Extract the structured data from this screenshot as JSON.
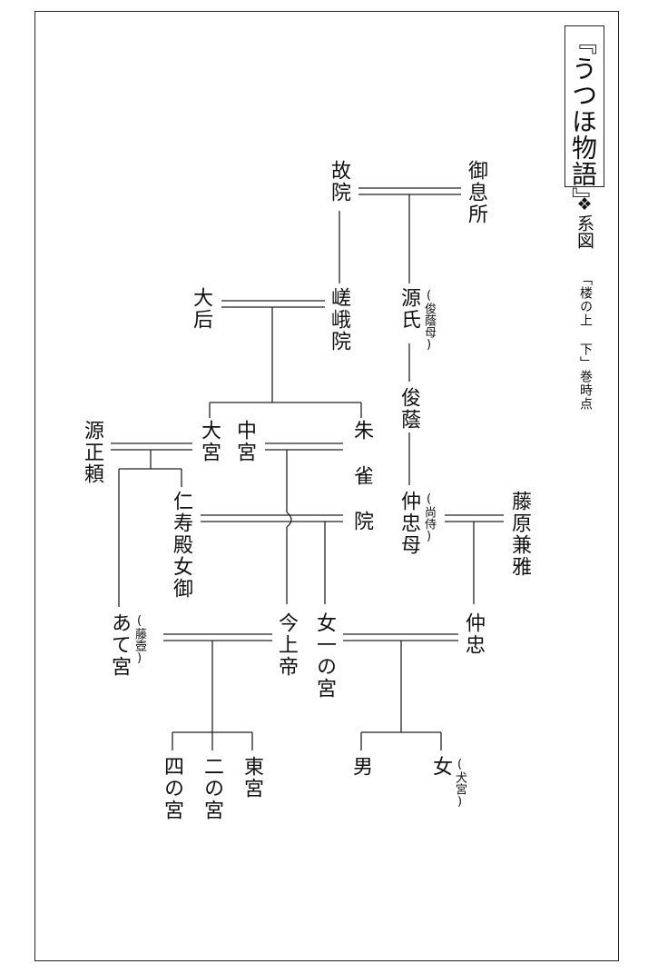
{
  "title": "『うつほ物語』",
  "subtitle": "❖系図",
  "note": "「楼の上 下」巻時点",
  "people": {
    "koin": "故院",
    "miyasundokoro": "御息所",
    "taiko": "大后",
    "saga_in": "嵯峨院",
    "minamoto_shi": "源氏",
    "minamoto_shi_note": "(俊蔭母)",
    "toshikage": "俊蔭",
    "minamoto_masayori": "源正頼",
    "omiya": "大宮",
    "chugu": "中宮",
    "suzaku_in": "朱雀院",
    "nakatada_haha": "仲忠母",
    "nakatada_haha_note": "(尚侍)",
    "fujiwara_kanemasa": "藤原兼雅",
    "jijuden_nyogo": "仁寿殿女御",
    "atemiya": "あて宮",
    "atemiya_note": "(藤壺)",
    "kinjo_tei": "今上帝",
    "onna_ichi_no_miya": "女一の宮",
    "nakatada": "仲忠",
    "shi_no_miya": "四の宮",
    "ni_no_miya": "二の宮",
    "to_gu": "東宮",
    "otoko": "男",
    "onna": "女",
    "onna_note": "(犬宮)"
  }
}
